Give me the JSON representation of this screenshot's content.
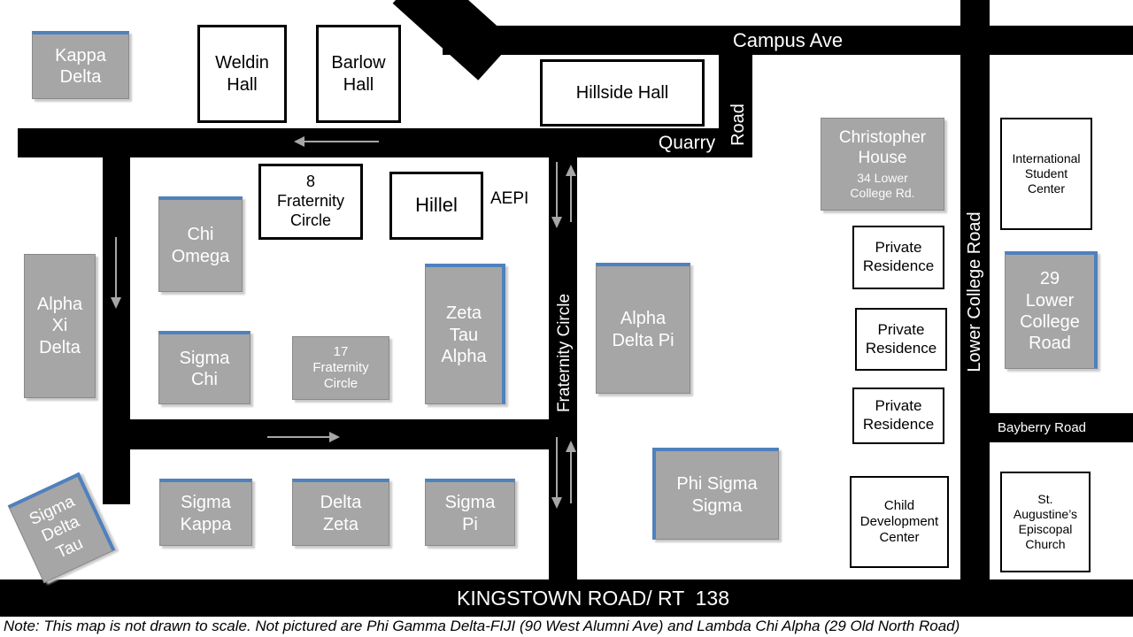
{
  "roads": {
    "campus_ave": "Campus Ave",
    "quarry": "Quarry",
    "quarry_vertical": "Road",
    "fraternity_circle": "Fraternity Circle",
    "lower_college_road": "Lower College Road",
    "bayberry_road": "Bayberry Road",
    "kingstown": "KINGSTOWN ROAD/ RT  138"
  },
  "buildings": {
    "kappa_delta": "Kappa\nDelta",
    "weldin_hall": "Weldin\nHall",
    "barlow_hall": "Barlow\nHall",
    "hillside_hall": "Hillside Hall",
    "fraternity_circle_8": "8\nFraternity\nCircle",
    "hillel": "Hillel",
    "aepi": "AEPI",
    "chi_omega": "Chi\nOmega",
    "alpha_xi_delta": "Alpha\nXi\nDelta",
    "sigma_chi": "Sigma\nChi",
    "fraternity_circle_17": "17\nFraternity\nCircle",
    "zeta_tau_alpha": "Zeta\nTau\nAlpha",
    "alpha_delta_pi": "Alpha\nDelta Pi",
    "sigma_delta_tau": "Sigma\nDelta\nTau",
    "sigma_kappa": "Sigma\nKappa",
    "delta_zeta": "Delta\nZeta",
    "sigma_pi": "Sigma\nPi",
    "phi_sigma_sigma": "Phi Sigma\nSigma",
    "christopher_house": "Christopher\nHouse",
    "christopher_house_address": "34 Lower\nCollege Rd.",
    "private_residence": "Private\nResidence",
    "child_development_center": "Child\nDevelopment\nCenter",
    "international_student_center": "International\nStudent\nCenter",
    "lower_college_29": "29\nLower\nCollege\nRoad",
    "st_augustines_church": "St.\nAugustine’s\nEpiscopal\nChurch"
  },
  "note": "Note: This map is not drawn to scale. Not pictured are Phi Gamma Delta-FIJI (90 West Alumni Ave) and Lambda Chi Alpha (29 Old North Road)",
  "colors": {
    "road_black": "#000000",
    "building_gray": "#a6a6a6",
    "accent_blue": "#4f81bd",
    "arrow_gray": "#a6a6a6"
  }
}
